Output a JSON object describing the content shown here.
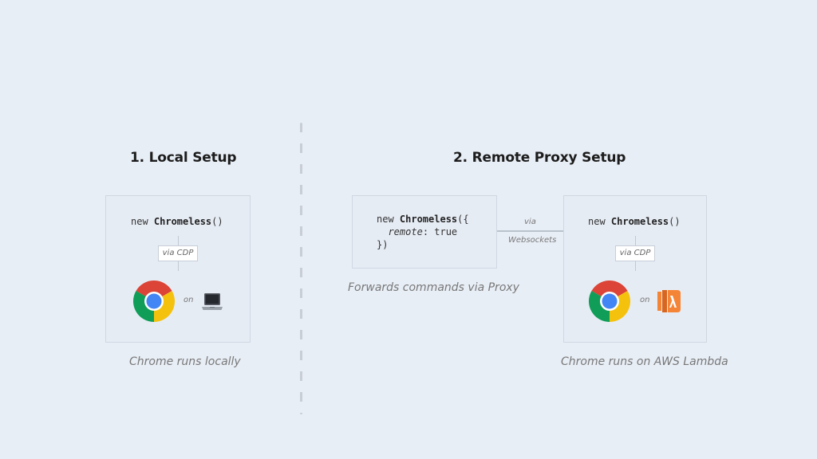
{
  "local": {
    "title": "1. Local Setup",
    "code_prefix": "new ",
    "code_class": "Chromeless",
    "code_suffix": "()",
    "via_tag": "via CDP",
    "on_label": "on",
    "caption": "Chrome runs locally",
    "icons": [
      "chrome-icon",
      "laptop-icon"
    ]
  },
  "remote": {
    "title": "2. Remote Proxy Setup",
    "client_code": {
      "line1_prefix": "new ",
      "line1_class": "Chromeless",
      "line1_suffix": "({",
      "line2_key": "remote",
      "line2_rest": ": true",
      "line3": "})"
    },
    "client_caption": "Forwards commands via Proxy",
    "link_label_top": "via",
    "link_label_bottom": "Websockets",
    "server_code": {
      "prefix": "new ",
      "class": "Chromeless",
      "suffix": "()"
    },
    "via_tag": "via CDP",
    "on_label": "on",
    "caption": "Chrome runs on AWS Lambda",
    "icons": [
      "chrome-icon",
      "aws-lambda-icon"
    ]
  },
  "colors": {
    "background": "#e8eef6",
    "box_fill": "#e6ecf4",
    "lambda_orange": "#f58536",
    "chrome_red": "#db4437",
    "chrome_yellow": "#f4c20d",
    "chrome_green": "#0f9d58",
    "chrome_blue": "#4285f4"
  }
}
